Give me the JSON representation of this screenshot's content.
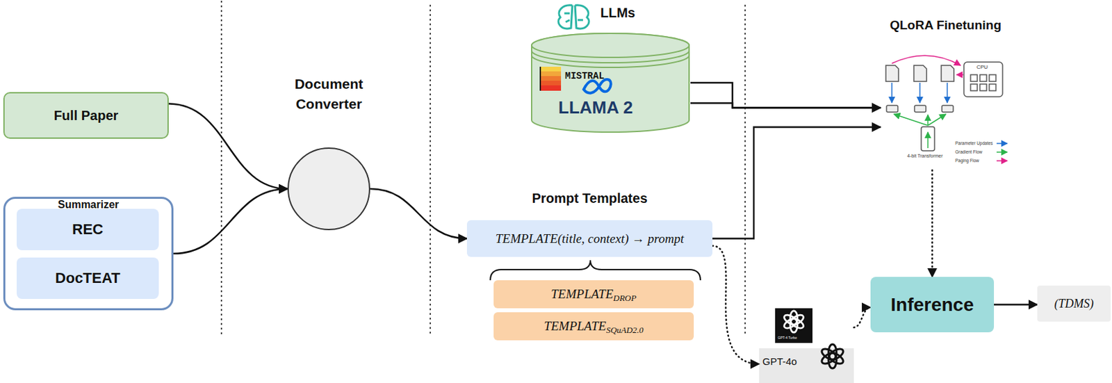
{
  "diagram": {
    "nodes": [
      {
        "text": [
          "Full Paper"
        ]
      },
      {
        "text": [
          "Summarizer"
        ]
      },
      {
        "text": [
          "REC"
        ],
        "in": 1
      },
      {
        "text": [
          "DocTEAT"
        ],
        "in": 1
      },
      {
        "text": [
          "Document Converter"
        ]
      },
      {
        "text": [
          "LLMs",
          "MISTRAL",
          "LLAMA 2"
        ]
      },
      {
        "text": [
          "Prompt Templates",
          "TEMPLATE(title, context) → prompt"
        ]
      },
      {
        "text": [
          "TEMPLATE",
          "DROP"
        ]
      },
      {
        "text": [
          "TEMPLATE",
          "SQuAD2.0"
        ]
      },
      {
        "text": [
          "QLoRA Finetuning"
        ]
      },
      {
        "text": [
          "GPT-4o"
        ]
      },
      {
        "text": [
          "Inference"
        ]
      },
      {
        "text": [
          "(TDMS)"
        ]
      }
    ],
    "edges": [
      {
        "from": 0,
        "to": 4,
        "arrow": "to"
      },
      {
        "from": 1,
        "to": 4,
        "arrow": "to"
      },
      {
        "from": 4,
        "to": 6,
        "arrow": "to"
      },
      {
        "from": 5,
        "to": 9,
        "arrow": "to"
      },
      {
        "from": 5,
        "to": 9,
        "arrow": "to"
      },
      {
        "from": 6,
        "to": 9,
        "arrow": "to"
      },
      {
        "from": 6,
        "to": 10,
        "arrow": "to"
      },
      {
        "from": 10,
        "to": 11,
        "arrow": "to"
      },
      {
        "from": 9,
        "to": 11,
        "arrow": "to"
      },
      {
        "from": 11,
        "to": 12,
        "arrow": "to"
      }
    ],
    "labels": [
      "CPU",
      "4-bit Transformer",
      "GPT-4 Turbo"
    ],
    "legend": [
      {
        "text": "Parameter Updates"
      },
      {
        "text": "Gradient Flow"
      },
      {
        "text": "Paging Flow"
      }
    ]
  }
}
